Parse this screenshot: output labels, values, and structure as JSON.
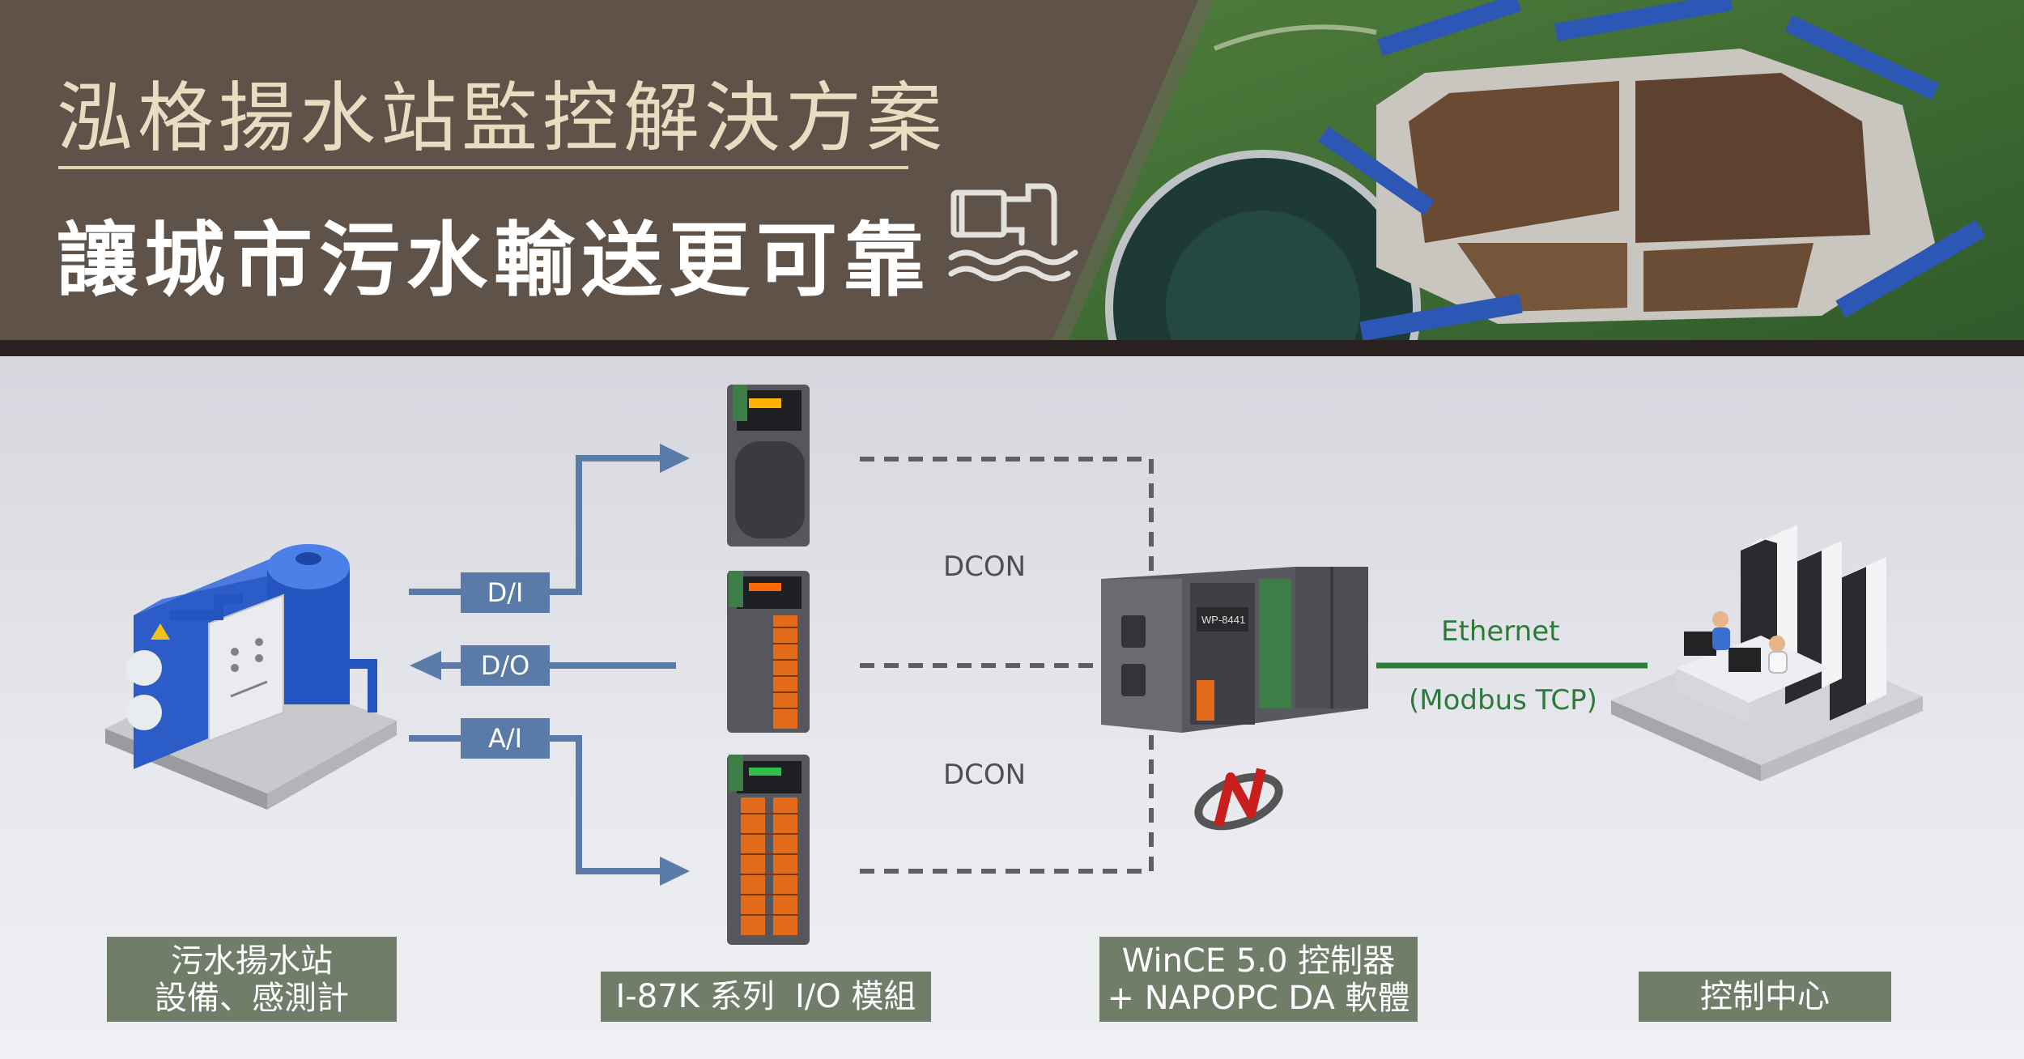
{
  "header": {
    "title": "泓格揚水站監控解決方案",
    "subtitle": "讓城市污水輸送更可靠",
    "icon": "pipe-outflow-icon",
    "photo": "wastewater-treatment-plant-aerial"
  },
  "diagram": {
    "signals": {
      "di": "D/I",
      "do": "D/O",
      "ai": "A/I"
    },
    "protocol_top": "DCON",
    "protocol_bottom": "DCON",
    "network": "Ethernet",
    "network_protocol": "(Modbus TCP)"
  },
  "captions": {
    "station_line1": "污水揚水站",
    "station_line2": "設備、感測計",
    "io_modules": "I-87K 系列  I/O 模組",
    "controller_line1": "WinCE 5.0 控制器",
    "controller_line2": "+ NAPOPC DA 軟體",
    "control_center": "控制中心"
  },
  "device_labels": {
    "controller_model": "WP-8441"
  },
  "colors": {
    "header_brown": "#5f5249",
    "title_beige": "#e9dcc0",
    "arrow_blue": "#5a7ba8",
    "caption_green": "#6f7d69",
    "ethernet_green": "#2e7a3a",
    "dashed_gray": "#5f5f62"
  }
}
